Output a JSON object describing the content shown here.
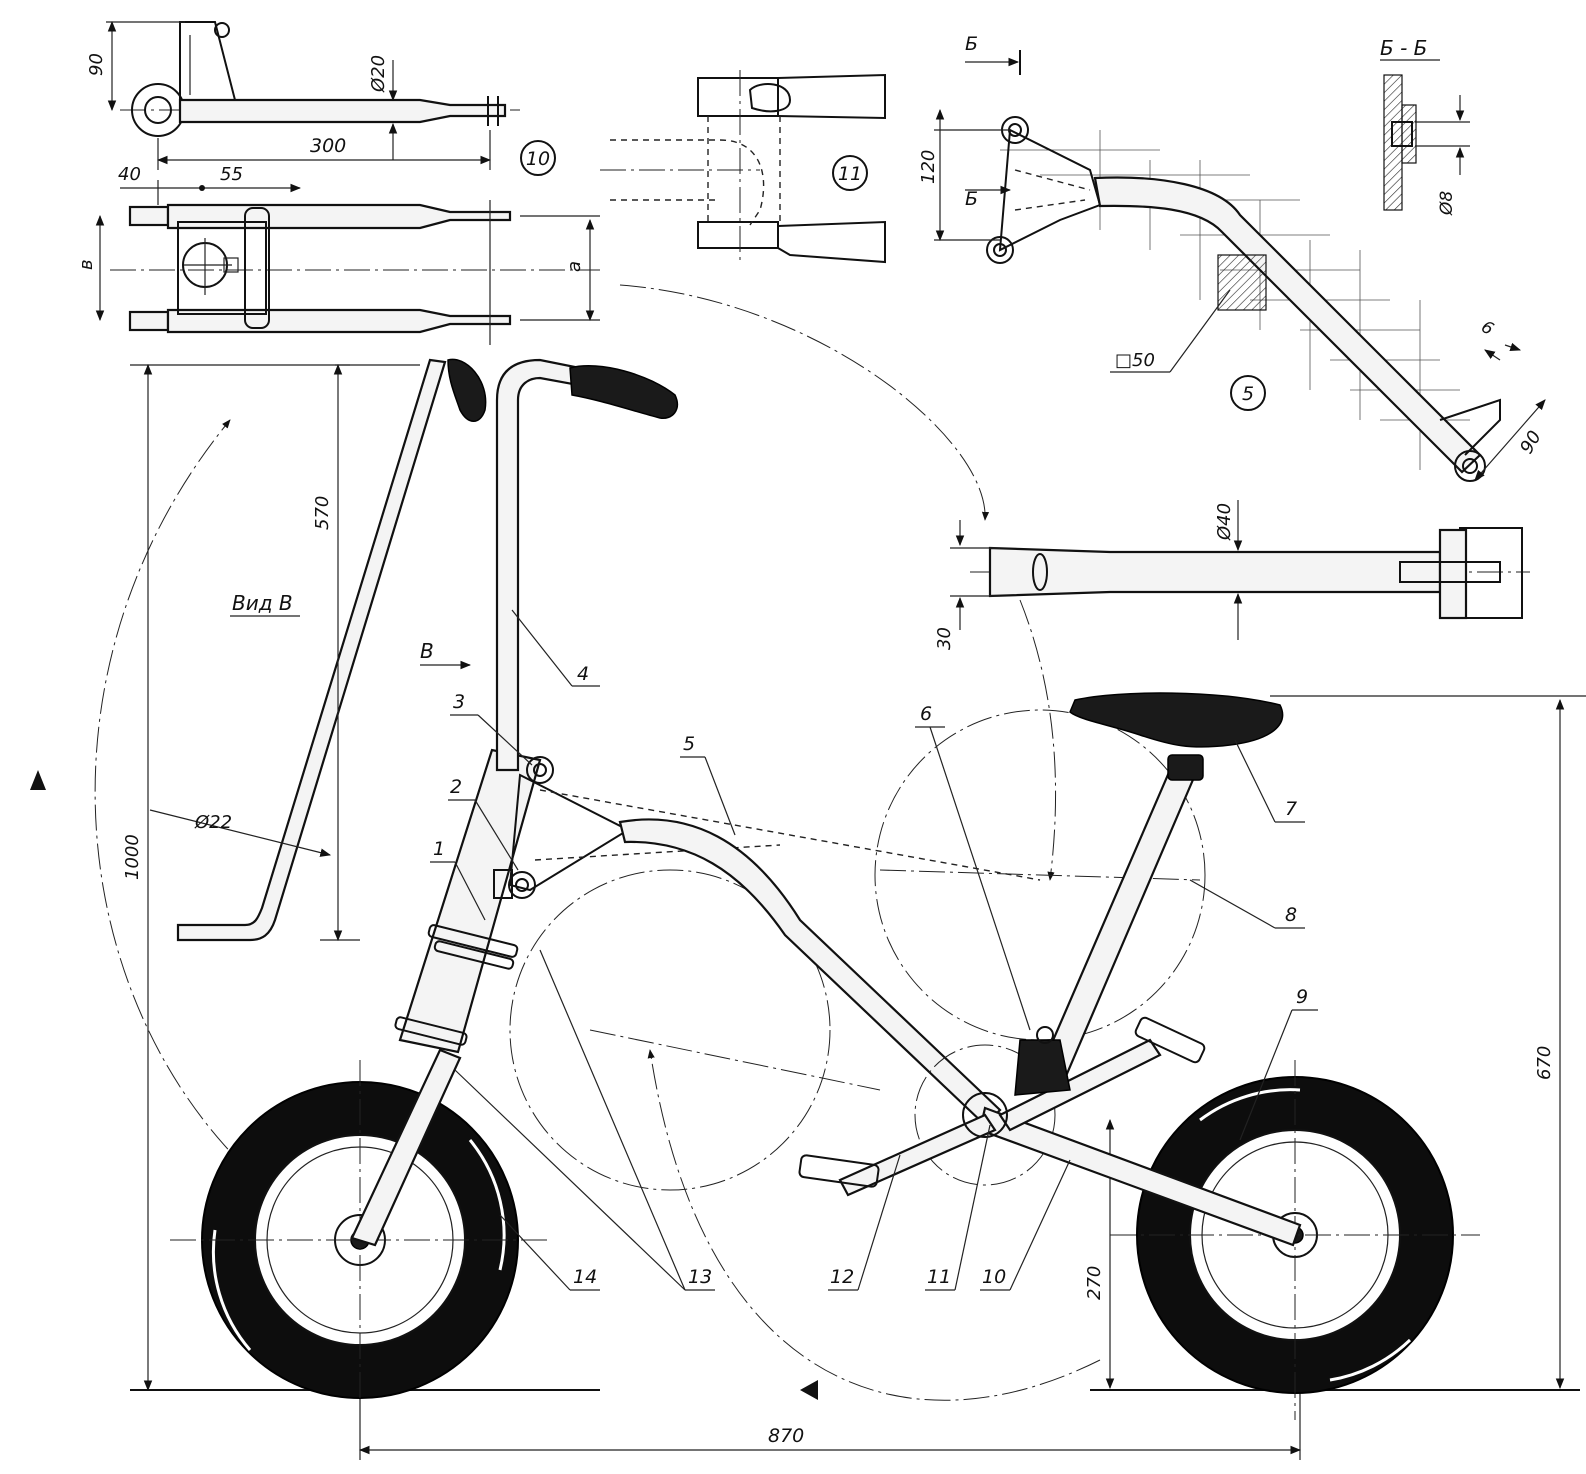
{
  "views": {
    "view_b": "Вид В",
    "section_label_top": "Б",
    "section_label_mid": "Б",
    "section_title": "Б - Б",
    "arrow_b": "В"
  },
  "circled": {
    "c10": "10",
    "c11": "11",
    "c5": "5"
  },
  "dimensions": {
    "d90_top": "90",
    "d20": "Ø20",
    "d300": "300",
    "d40": "40",
    "d55": "55",
    "d_b": "в",
    "d_a": "а",
    "d120": "120",
    "d50": "□50",
    "d6": "6",
    "d90_right": "90",
    "d8": "Ø8",
    "d40_tube": "Ø40",
    "d30": "30",
    "d570": "570",
    "d22": "Ø22",
    "d1000": "1000",
    "d670": "670",
    "d270": "270",
    "d870": "870"
  },
  "callouts": [
    "1",
    "2",
    "3",
    "4",
    "5",
    "6",
    "7",
    "8",
    "9",
    "10",
    "11",
    "12",
    "13",
    "14"
  ]
}
